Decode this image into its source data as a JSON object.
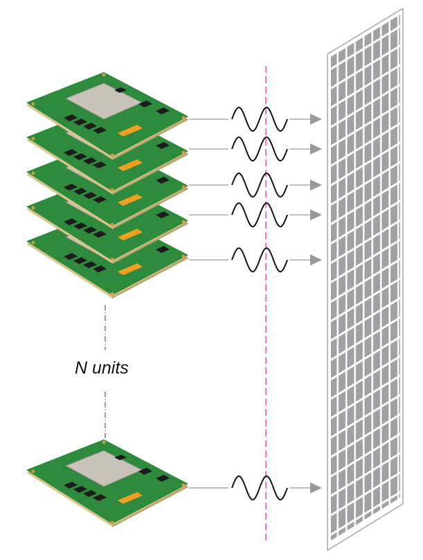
{
  "label": {
    "units": "N units"
  },
  "colors": {
    "board": "#2e8b3e",
    "chip": "#c8c3b8",
    "marker": "#ff3fb0",
    "wave": "#111111",
    "arrow": "#999999",
    "panel_cell": "#a0a1a3"
  },
  "boards": [
    {
      "id": "unit-1"
    },
    {
      "id": "unit-2"
    },
    {
      "id": "unit-3"
    },
    {
      "id": "unit-4"
    },
    {
      "id": "unit-5"
    },
    {
      "id": "unit-n"
    }
  ],
  "icons": {
    "signal": "sine-wave-icon",
    "arrow": "arrow-right-icon",
    "receiver": "antenna-panel-icon",
    "unit": "circuit-board-icon"
  }
}
